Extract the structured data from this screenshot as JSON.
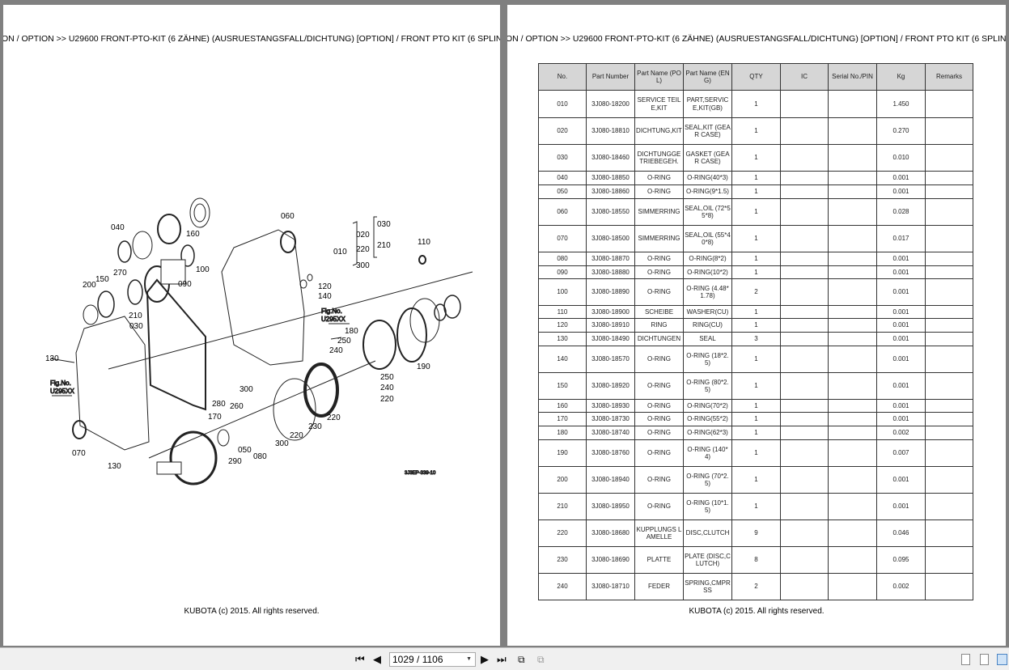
{
  "header_text": "ON / OPTION >> U29600   FRONT-PTO-KIT (6 ZÄHNE) (AUSRUESTANGSFALL/DICHTUNG) [OPTION] / FRONT PTO KIT (6 SPLINES",
  "footer": "KUBOTA (c) 2015. All rights reserved.",
  "diagram": {
    "code": "3J3EP-339-10",
    "fig_ref_line1": "Fig.No.",
    "fig_ref_line2": "U295XX",
    "labels": [
      "040",
      "160",
      "060",
      "020",
      "030",
      "010",
      "220",
      "210",
      "300",
      "110",
      "270",
      "150",
      "200",
      "100",
      "090",
      "120",
      "140",
      "210",
      "030",
      "130",
      "180",
      "250",
      "240",
      "190",
      "250",
      "240",
      "220",
      "220",
      "230",
      "220",
      "300",
      "300",
      "280",
      "260",
      "170",
      "050",
      "080",
      "290",
      "070",
      "130"
    ]
  },
  "table": {
    "headers": [
      "No.",
      "Part Number",
      "Part Name (POL)",
      "Part Name (ENG)",
      "QTY",
      "IC",
      "Serial No./PIN",
      "Kg",
      "Remarks"
    ],
    "rows": [
      [
        "010",
        "3J080-18200",
        "SERVICE TEILE,KIT",
        "PART,SERVICE,KIT(GB)",
        "1",
        "",
        "",
        "1.450",
        ""
      ],
      [
        "020",
        "3J080-18810",
        "DICHTUNG,KIT",
        "SEAL,KIT (GEAR CASE)",
        "1",
        "",
        "",
        "0.270",
        ""
      ],
      [
        "030",
        "3J080-18460",
        "DICHTUNGGETRIEBEGEH.",
        "GASKET (GEAR CASE)",
        "1",
        "",
        "",
        "0.010",
        ""
      ],
      [
        "040",
        "3J080-18850",
        "O-RING",
        "O-RING(40*3)",
        "1",
        "",
        "",
        "0.001",
        ""
      ],
      [
        "050",
        "3J080-18860",
        "O-RING",
        "O-RING(9*1.5)",
        "1",
        "",
        "",
        "0.001",
        ""
      ],
      [
        "060",
        "3J080-18550",
        "SIMMERRING",
        "SEAL,OIL (72*55*8)",
        "1",
        "",
        "",
        "0.028",
        ""
      ],
      [
        "070",
        "3J080-18500",
        "SIMMERRING",
        "SEAL,OIL (55*40*8)",
        "1",
        "",
        "",
        "0.017",
        ""
      ],
      [
        "080",
        "3J080-18870",
        "O-RING",
        "O-RING(8*2)",
        "1",
        "",
        "",
        "0.001",
        ""
      ],
      [
        "090",
        "3J080-18880",
        "O-RING",
        "O-RING(10*2)",
        "1",
        "",
        "",
        "0.001",
        ""
      ],
      [
        "100",
        "3J080-18890",
        "O-RING",
        "O-RING (4.48*1.78)",
        "2",
        "",
        "",
        "0.001",
        ""
      ],
      [
        "110",
        "3J080-18900",
        "SCHEIBE",
        "WASHER(CU)",
        "1",
        "",
        "",
        "0.001",
        ""
      ],
      [
        "120",
        "3J080-18910",
        "RING",
        "RING(CU)",
        "1",
        "",
        "",
        "0.001",
        ""
      ],
      [
        "130",
        "3J080-18490",
        "DICHTUNGEN",
        "SEAL",
        "3",
        "",
        "",
        "0.001",
        ""
      ],
      [
        "140",
        "3J080-18570",
        "O-RING",
        "O-RING (18*2.5)",
        "1",
        "",
        "",
        "0.001",
        ""
      ],
      [
        "150",
        "3J080-18920",
        "O-RING",
        "O-RING (80*2.5)",
        "1",
        "",
        "",
        "0.001",
        ""
      ],
      [
        "160",
        "3J080-18930",
        "O-RING",
        "O-RING(70*2)",
        "1",
        "",
        "",
        "0.001",
        ""
      ],
      [
        "170",
        "3J080-18730",
        "O-RING",
        "O-RING(55*2)",
        "1",
        "",
        "",
        "0.001",
        ""
      ],
      [
        "180",
        "3J080-18740",
        "O-RING",
        "O-RING(62*3)",
        "1",
        "",
        "",
        "0.002",
        ""
      ],
      [
        "190",
        "3J080-18760",
        "O-RING",
        "O-RING (140*4)",
        "1",
        "",
        "",
        "0.007",
        ""
      ],
      [
        "200",
        "3J080-18940",
        "O-RING",
        "O-RING (70*2.5)",
        "1",
        "",
        "",
        "0.001",
        ""
      ],
      [
        "210",
        "3J080-18950",
        "O-RING",
        "O-RING (10*1.5)",
        "1",
        "",
        "",
        "0.001",
        ""
      ],
      [
        "220",
        "3J080-18680",
        "KUPPLUNGS LAMELLE",
        "DISC,CLUTCH",
        "9",
        "",
        "",
        "0.046",
        ""
      ],
      [
        "230",
        "3J080-18690",
        "PLATTE",
        "PLATE (DISC,CLUTCH)",
        "8",
        "",
        "",
        "0.095",
        ""
      ],
      [
        "240",
        "3J080-18710",
        "FEDER",
        "SPRING,CMPRSS",
        "2",
        "",
        "",
        "0.002",
        ""
      ]
    ]
  },
  "toolbar": {
    "page_indicator": "1029 / 1106",
    "icons": [
      "first-page-icon",
      "prev-page-icon",
      "next-page-icon",
      "last-page-icon",
      "fit-page-icon",
      "fit-width-icon",
      "single-page-view-icon",
      "continuous-view-icon",
      "two-page-view-icon"
    ]
  }
}
